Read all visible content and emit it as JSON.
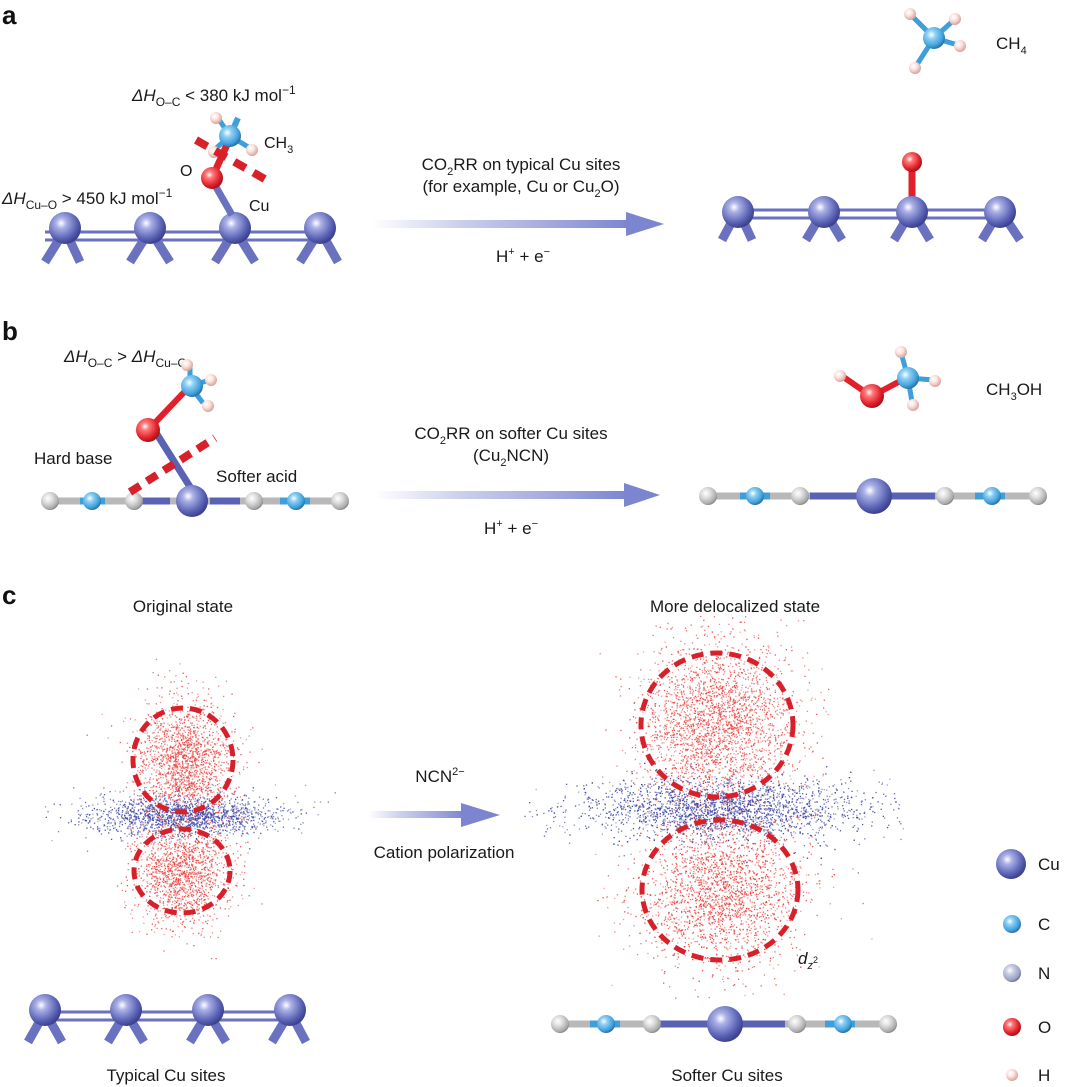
{
  "panels": {
    "a": {
      "letter": "a",
      "dh_oc_sym": "ΔH",
      "dh_oc_sub": "O–C",
      "dh_oc_rest": " < 380 kJ mol",
      "dh_oc_sup": "−1",
      "dh_cuo_sym": "ΔH",
      "dh_cuo_sub": "Cu–O",
      "dh_cuo_rest": " > 450 kJ mol",
      "dh_cuo_sup": "−1",
      "ch3_main": "CH",
      "ch3_sub": "3",
      "o_label": "O",
      "cu_label": "Cu",
      "arrow_line1_a": "CO",
      "arrow_line1_sub": "2",
      "arrow_line1_b": "RR on typical Cu sites",
      "arrow_line2_a": "(for example, Cu or Cu",
      "arrow_line2_sub": "2",
      "arrow_line2_b": "O)",
      "arrow_below_h": "H",
      "arrow_below_hsup": "+",
      "arrow_below_mid": " + e",
      "arrow_below_esup": "−",
      "product_main": "CH",
      "product_sub": "4"
    },
    "b": {
      "letter": "b",
      "dh_sym1": "ΔH",
      "dh_sub1": "O–C",
      "dh_mid": " > ",
      "dh_sym2": "ΔH",
      "dh_sub2": "Cu–O",
      "hard_base": "Hard base",
      "softer_acid": "Softer acid",
      "arrow_line1_a": "CO",
      "arrow_line1_sub": "2",
      "arrow_line1_b": "RR on softer Cu sites",
      "arrow_line2_a": "(Cu",
      "arrow_line2_sub": "2",
      "arrow_line2_b": "NCN)",
      "arrow_below_h": "H",
      "arrow_below_hsup": "+",
      "arrow_below_mid": " + e",
      "arrow_below_esup": "−",
      "product_a": "CH",
      "product_sub": "3",
      "product_b": "OH"
    },
    "c": {
      "letter": "c",
      "left_title": "Original state",
      "right_title": "More delocalized state",
      "arrow_above_a": "NCN",
      "arrow_above_sup": "2−",
      "arrow_below": "Cation polarization",
      "left_caption": "Typical Cu sites",
      "right_caption": "Softer Cu sites",
      "orbital_d": "d",
      "orbital_sub": "z",
      "orbital_sup": "2"
    }
  },
  "legend": [
    {
      "label": "Cu",
      "color": "#5a62b4"
    },
    {
      "label": "C",
      "color": "#3f9fda"
    },
    {
      "label": "N",
      "color": "#9aa0c4"
    },
    {
      "label": "O",
      "color": "#e0202a"
    },
    {
      "label": "H",
      "color": "#f2c6c0"
    }
  ],
  "colors": {
    "cu": "#5a62b4",
    "c": "#3f9fda",
    "n": "#9aa0c4",
    "o": "#e0202a",
    "h": "#f2c6c0",
    "gray_atom": "#bdbdbd",
    "dash_red": "#d8202a",
    "electron_red": "#e8403e",
    "electron_blue": "#3a44a4",
    "arrow": "#8a92d6"
  }
}
